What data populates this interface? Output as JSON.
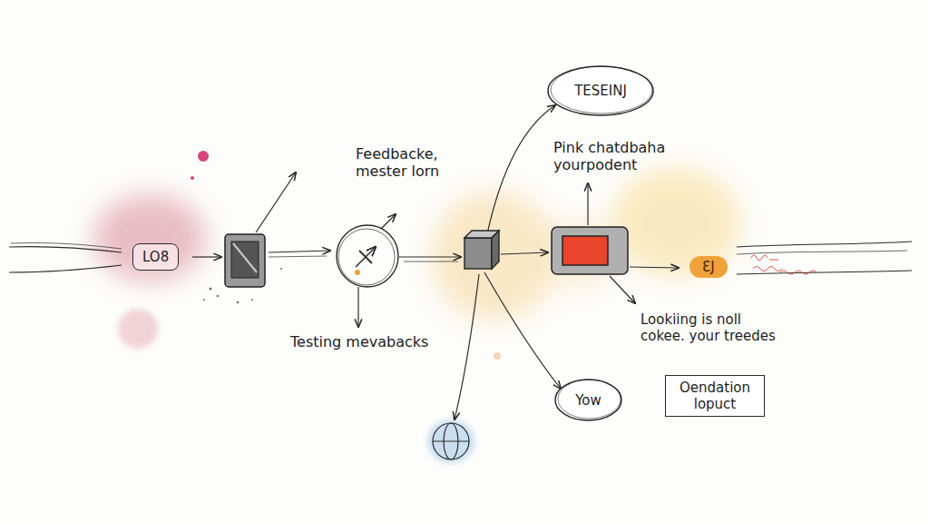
{
  "diagram": {
    "nodes": [
      {
        "text": [
          "LO8"
        ]
      },
      {
        "text": [
          "TESEINJ"
        ]
      },
      {
        "text": [
          "Yow"
        ]
      },
      {
        "text": [
          "Oendation lopuct"
        ]
      },
      {
        "text": [
          "ƐJ"
        ]
      }
    ],
    "labels": [
      "Feedbacke, mester lorn",
      "Pink chatdbaha yourpodent",
      "Testing mevabacks",
      "Lookiing is noll cokee. your treedes"
    ]
  }
}
